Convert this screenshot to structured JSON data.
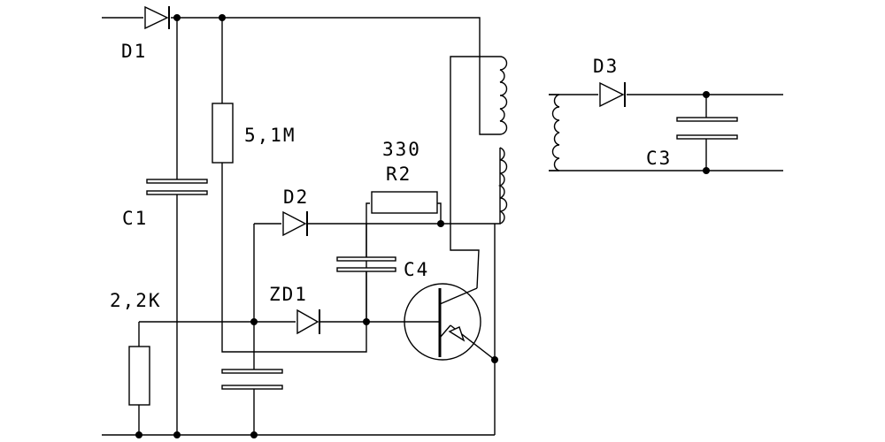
{
  "labels": {
    "d1": "D1",
    "d2": "D2",
    "d3": "D3",
    "zd1": "ZD1",
    "c1": "C1",
    "c3": "C3",
    "c4": "C4",
    "r_5m1": "5,1M",
    "r_2k2": "2,2K",
    "r2_value": "330",
    "r2": "R2"
  }
}
